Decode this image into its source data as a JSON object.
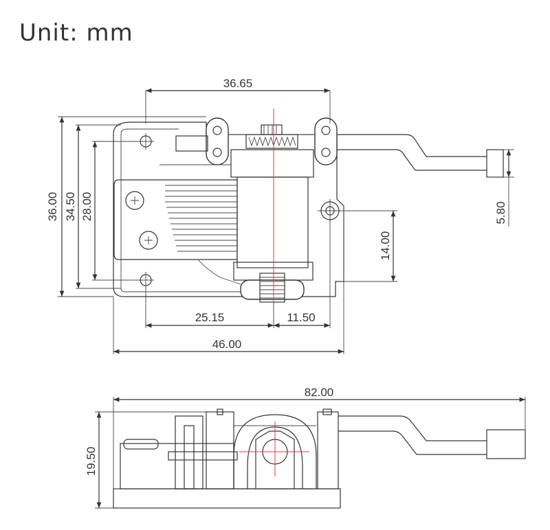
{
  "title": "Unit: mm",
  "top_view": {
    "dims": {
      "d_36_65": "36.65",
      "d_36_00": "36.00",
      "d_34_50": "34.50",
      "d_28_00": "28.00",
      "d_5_80": "5.80",
      "d_14_00": "14.00",
      "d_25_15": "25.15",
      "d_11_50": "11.50",
      "d_46_00": "46.00"
    }
  },
  "side_view": {
    "dims": {
      "d_82_00": "82.00",
      "d_19_50": "19.50"
    }
  },
  "colors": {
    "line": "#333333",
    "centerline": "#e53935",
    "background": "#ffffff"
  }
}
